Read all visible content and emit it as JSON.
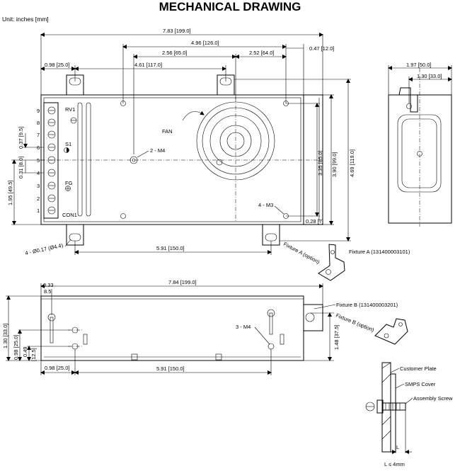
{
  "title": "MECHANICAL DRAWING",
  "unit_note": "Unit: inches [mm]",
  "top_view": {
    "dim_overall_width": "7.83 [199.0]",
    "dim_496": "4.96 [126.0]",
    "dim_047": "0.47 [12.0]",
    "dim_256": "2.56 [65.0]",
    "dim_252": "2.52 [64.0]",
    "dim_098": "0.98 [25.0]",
    "dim_461": "4.61 [117.0]",
    "dim_591": "5.91 [150.0]",
    "dim_037": "0.37 [9.5]",
    "dim_031": "0.31 [8.0]",
    "dim_195": "1.95 [49.5]",
    "dim_335": "3.35 [85.0]",
    "dim_390": "3.90 [99.0]",
    "dim_469": "4.69 [119.0]",
    "dim_028": "0.28 [7]",
    "hole_note": "4 - Ø0.17 (Ø4.4)",
    "fan_label": "FAN",
    "m4_label": "2 - M4",
    "m3_label": "4 - M3",
    "rv1": "RV1",
    "s1": "S1",
    "fg": "FG",
    "con1": "CON1",
    "pins": [
      "9",
      "8",
      "7",
      "6",
      "5",
      "4",
      "3",
      "2",
      "1"
    ],
    "fixture_a_tag": "Fixture A (option)",
    "fixture_a_label": "Fixture A (131400003101)"
  },
  "side_view": {
    "dim_197": "1.97 [50.0]",
    "dim_130": "1.30 [33.0]"
  },
  "front_view": {
    "dim_784": "7.84 [199.0]",
    "dim_033": "0.33",
    "dim_85": "8.5",
    "dim_130": "1.30 [33.0]",
    "dim_098v": "0.98 [25.0]",
    "dim_049": "0.49",
    "dim_125": "[12.5]",
    "dim_148": "1.48 [37.5]",
    "dim_098h": "0.98 [25.0]",
    "dim_591": "5.91 [150.0]",
    "m4_label": "3 - M4",
    "fixture_b_label": "Fixture B (131400003201)",
    "fixture_b_tag": "Fixture B (option)"
  },
  "detail": {
    "customer_plate": "Customer Plate",
    "smps_cover": "SMPS Cover",
    "assembly_screw": "Assembly Screw",
    "l_label": "L",
    "l_note": "L ≤ 4mm"
  }
}
